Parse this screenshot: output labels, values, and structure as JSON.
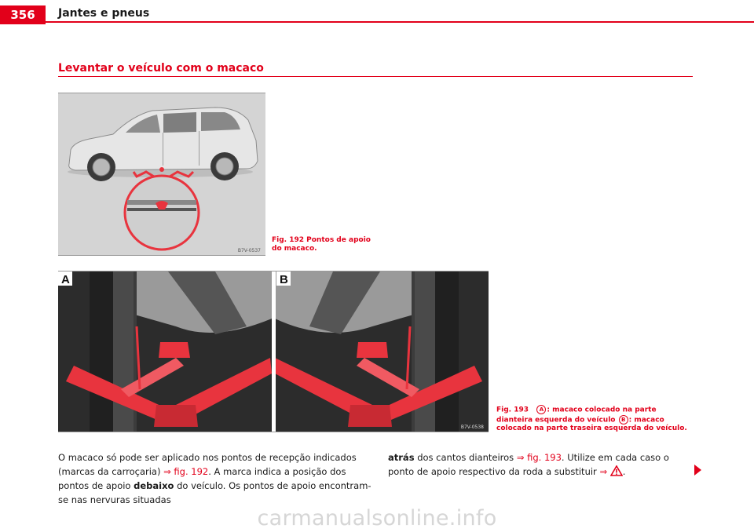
{
  "header": {
    "page_number": "356",
    "chapter_title": "Jantes e pneus"
  },
  "section": {
    "heading": "Levantar o veículo com o macaco"
  },
  "figure192": {
    "code": "B7V-0537",
    "caption": "Fig. 192   Pontos de apoio do macaco."
  },
  "figure193": {
    "label_a": "A",
    "label_b": "B",
    "code": "B7V-0538",
    "caption_prefix": "Fig. 193",
    "caption_a": "A",
    "caption_text1": ": macaco colocado na parte dianteira esquerda do veículo",
    "caption_b": "B",
    "caption_text2": ": macaco colocado na parte traseira esquerda do veículo."
  },
  "body": {
    "p1_a": "O macaco só pode ser aplicado nos pontos de recepção indicados (marcas da carroçaria)",
    "p1_ref1": "⇒ fig. 192",
    "p1_b": ". A marca indica a posição dos pontos de apoio",
    "p1_bold": "debaixo",
    "p1_c": " do veículo. Os pontos de apoio encontram-se nas nervuras situadas",
    "p2_bold": "atrás",
    "p2_a": " dos cantos dianteiros",
    "p2_ref1": "⇒ fig. 193",
    "p2_b": ". Utilize em cada caso o ponto de apoio respectivo da roda a substituir",
    "p2_ref2": "⇒",
    "p2_end": "."
  },
  "watermark": "carmanualsonline.info",
  "colors": {
    "brand_red": "#e2001a",
    "jack_red": "#e8343e"
  }
}
